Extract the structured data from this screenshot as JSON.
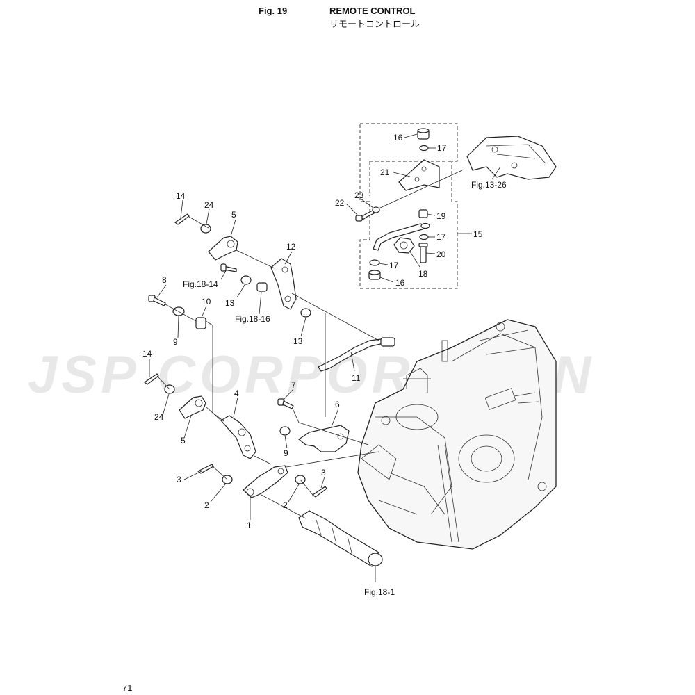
{
  "header": {
    "fig_number": "Fig. 19",
    "title": "REMOTE CONTROL",
    "subtitle": "リモートコントロール"
  },
  "page_number": "71",
  "watermark": "JSP CORPORATION",
  "callouts": {
    "p1": "1",
    "p2a": "2",
    "p2b": "2",
    "p3a": "3",
    "p3b": "3",
    "p4": "4",
    "p5a": "5",
    "p5b": "5",
    "p6": "6",
    "p7": "7",
    "p8": "8",
    "p9a": "9",
    "p9b": "9",
    "p10": "10",
    "p11": "11",
    "p12": "12",
    "p13a": "13",
    "p13b": "13",
    "p14a": "14",
    "p14b": "14",
    "p15": "15",
    "p16a": "16",
    "p16b": "16",
    "p17a": "17",
    "p17b": "17",
    "p17c": "17",
    "p18": "18",
    "p19": "19",
    "p20": "20",
    "p21": "21",
    "p22": "22",
    "p23": "23",
    "p24a": "24",
    "p24b": "24"
  },
  "references": {
    "r13_26": "Fig.13-26",
    "r18_14": "Fig.18-14",
    "r18_16": "Fig.18-16",
    "r18_1": "Fig.18-1"
  }
}
